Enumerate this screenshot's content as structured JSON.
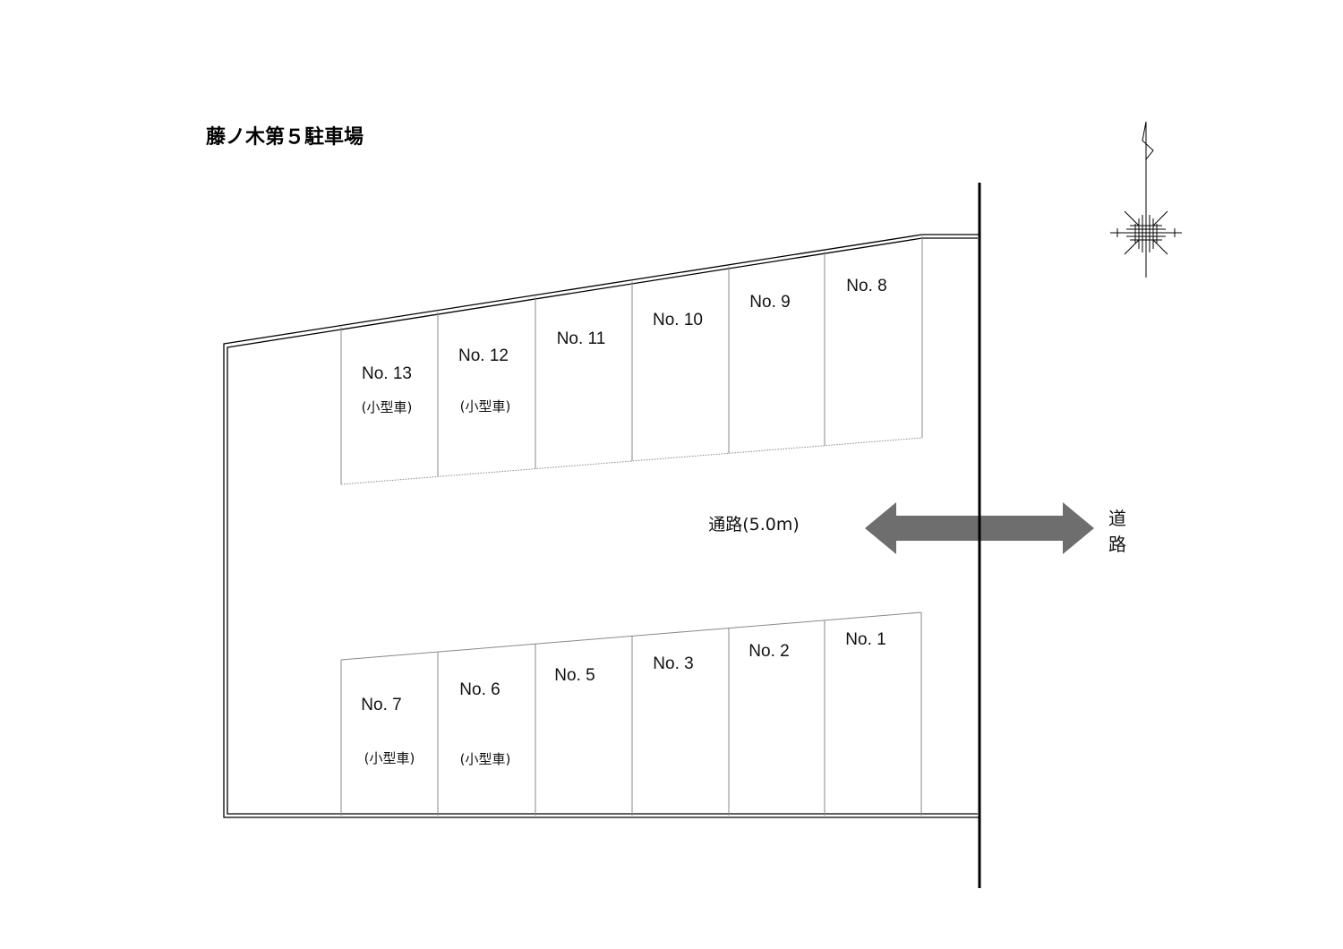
{
  "title": "藤ノ木第５駐車場",
  "aisle_label": "通路(5.0m)",
  "road_label_line1": "道",
  "road_label_line2": "路",
  "compass": "north-arrow-icon",
  "top_row": [
    {
      "no": "No. 13",
      "note": "(小型車)"
    },
    {
      "no": "No. 12",
      "note": "(小型車)"
    },
    {
      "no": "No. 11",
      "note": ""
    },
    {
      "no": "No. 10",
      "note": ""
    },
    {
      "no": "No. 9",
      "note": ""
    },
    {
      "no": "No. 8",
      "note": ""
    }
  ],
  "bottom_row": [
    {
      "no": "No. 7",
      "note": "(小型車)"
    },
    {
      "no": "No. 6",
      "note": "(小型車)"
    },
    {
      "no": "No. 5",
      "note": ""
    },
    {
      "no": "No. 3",
      "note": ""
    },
    {
      "no": "No. 2",
      "note": ""
    },
    {
      "no": "No. 1",
      "note": ""
    }
  ],
  "colors": {
    "line": "#000000",
    "stall": "#888888",
    "arrow": "#6e6e6e"
  }
}
